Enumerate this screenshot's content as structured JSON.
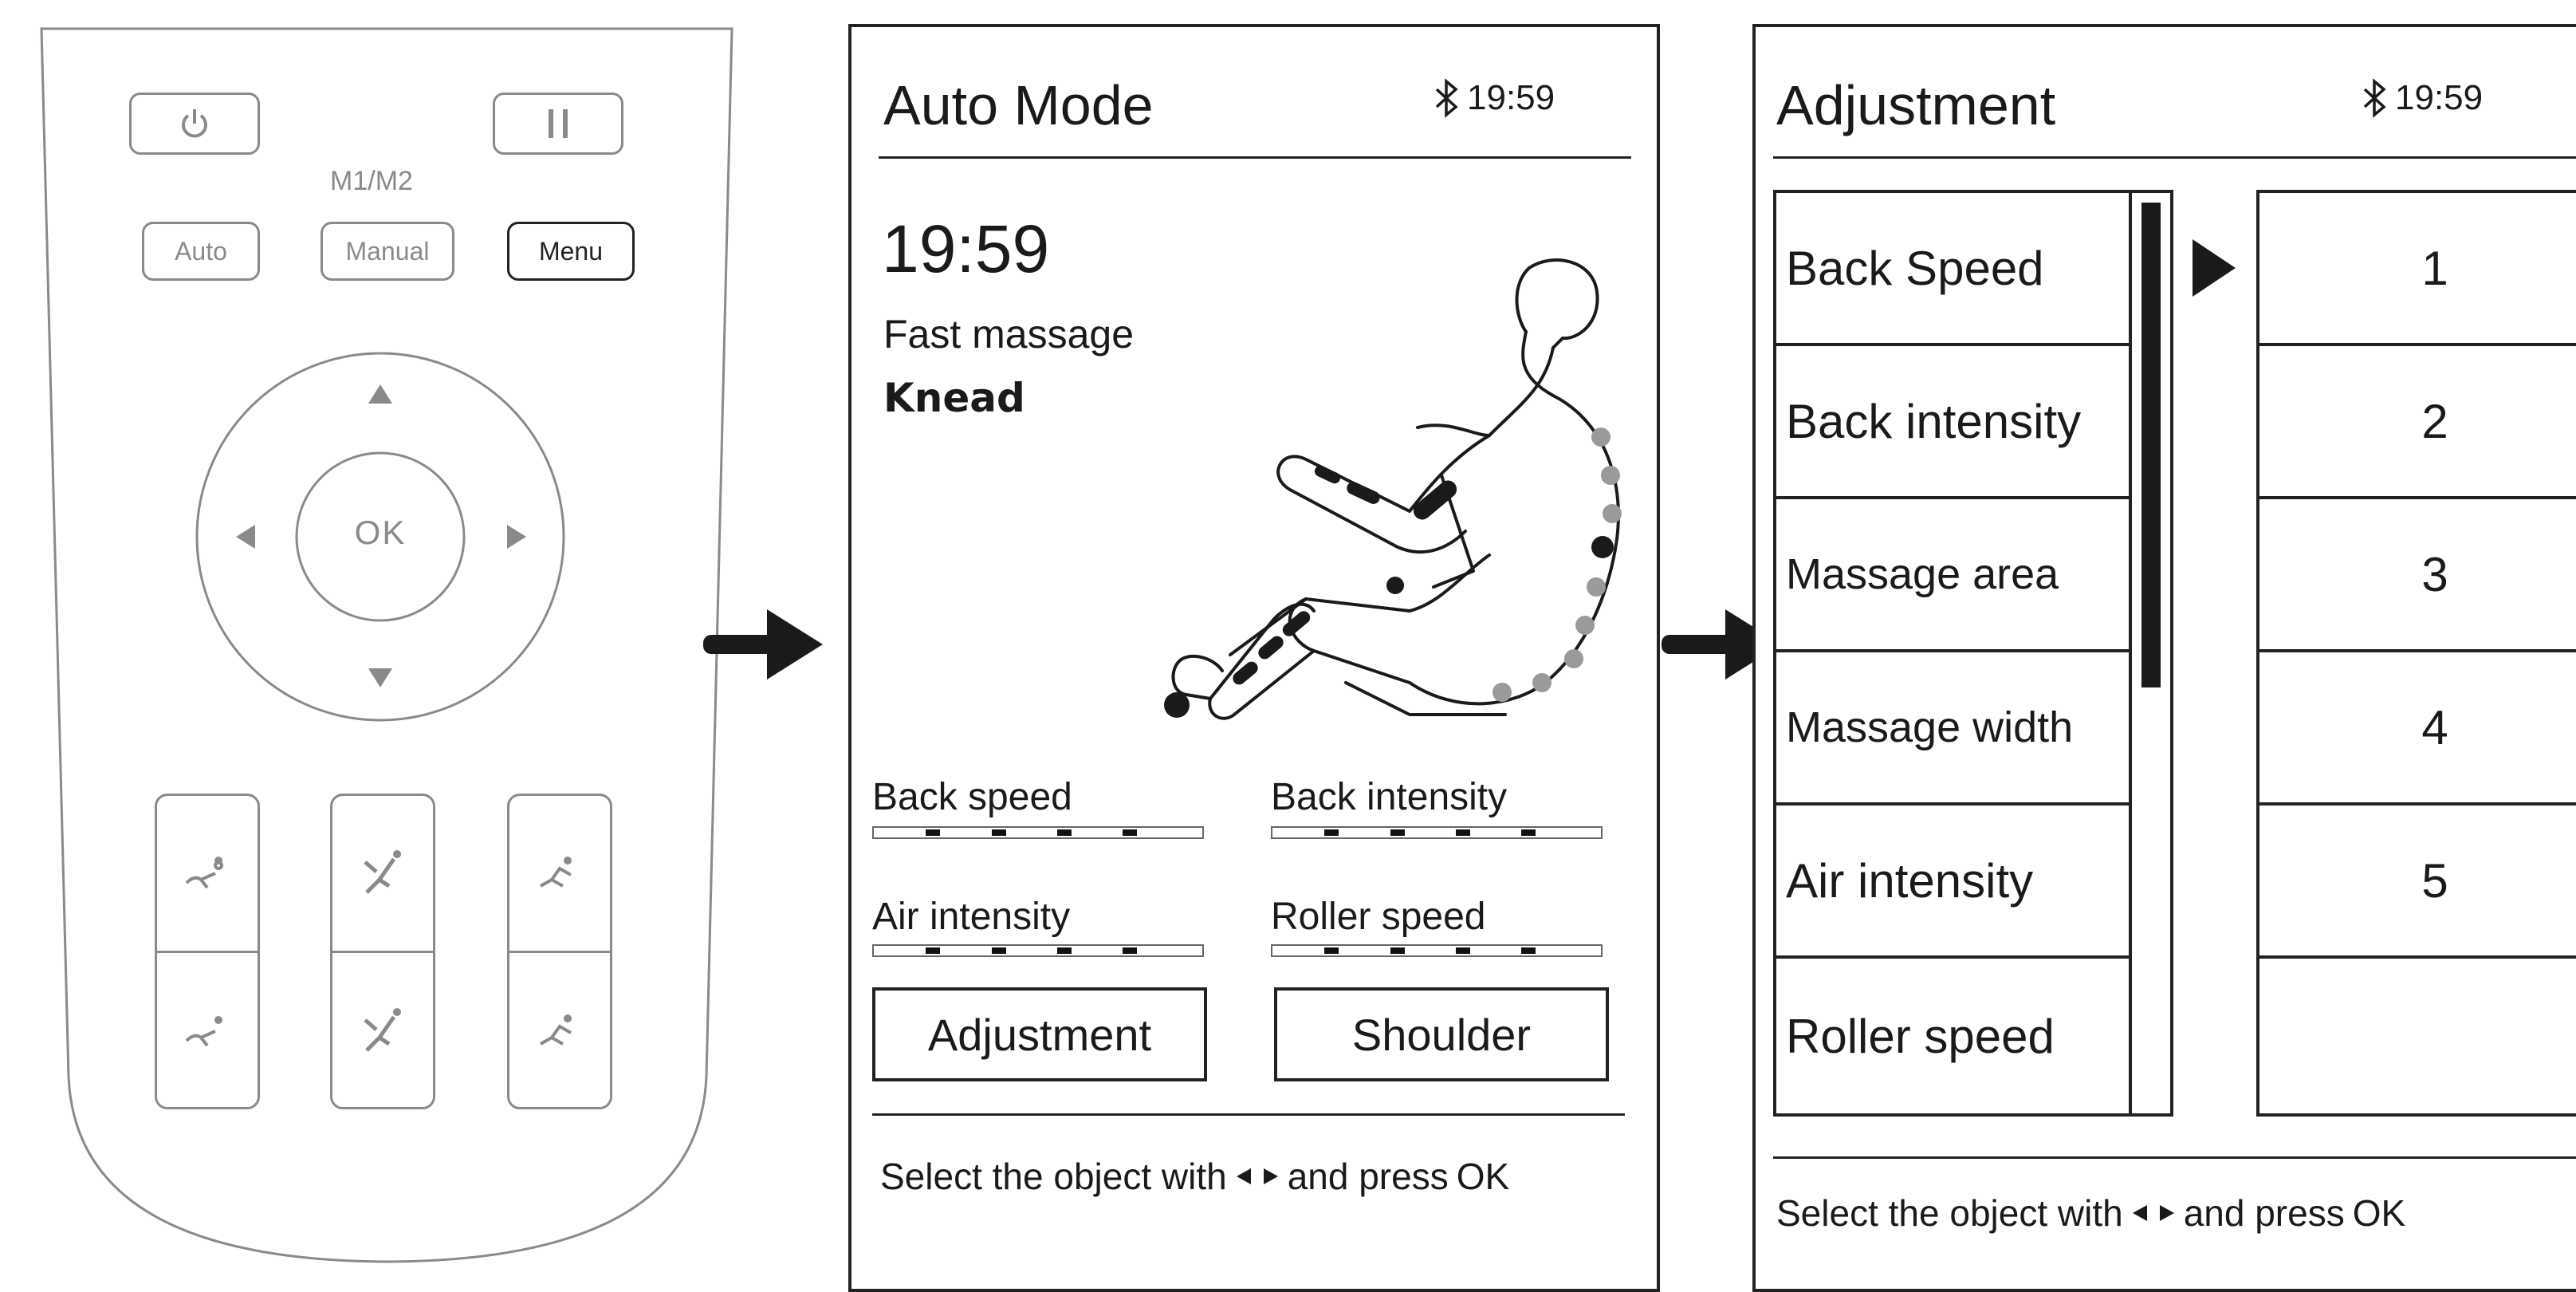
{
  "remote": {
    "mode_label": "M1/M2",
    "auto_label": "Auto",
    "manual_label": "Manual",
    "menu_label": "Menu",
    "ok_label": "OK"
  },
  "screen1": {
    "title": "Auto Mode",
    "clock": "19:59",
    "timer": "19:59",
    "program": "Fast massage",
    "technique": "Knead",
    "settings": [
      {
        "label": "Back speed",
        "level": 4,
        "max": 5
      },
      {
        "label": "Back intensity",
        "level": 4,
        "max": 5
      },
      {
        "label": "Air intensity",
        "level": 4,
        "max": 5
      },
      {
        "label": "Roller speed",
        "level": 4,
        "max": 5
      }
    ],
    "button_left": "Adjustment",
    "button_right": "Shoulder",
    "footer_prefix": "Select the object with",
    "footer_suffix": "and press",
    "footer_ok": "OK"
  },
  "screen2": {
    "title": "Adjustment",
    "clock": "19:59",
    "items": [
      "Back Speed",
      "Back intensity",
      "Massage area",
      "Massage width",
      "Air intensity",
      "Roller speed"
    ],
    "values": [
      "1",
      "2",
      "3",
      "4",
      "5",
      ""
    ],
    "footer_prefix": "Select the object with",
    "footer_suffix": "and press",
    "footer_ok": "OK"
  },
  "colors": {
    "ink": "#1a1a1a",
    "remote_gray": "#8a8a8a",
    "dot_gray": "#9a9a9a"
  },
  "icons": [
    "power-icon",
    "pause-icon",
    "up-arrow-icon",
    "down-arrow-icon",
    "left-arrow-icon",
    "right-arrow-icon",
    "bluetooth-icon",
    "recline-icon",
    "flow-arrow-icon",
    "massage-chair-figure-icon",
    "pointer-triangle-icon"
  ]
}
